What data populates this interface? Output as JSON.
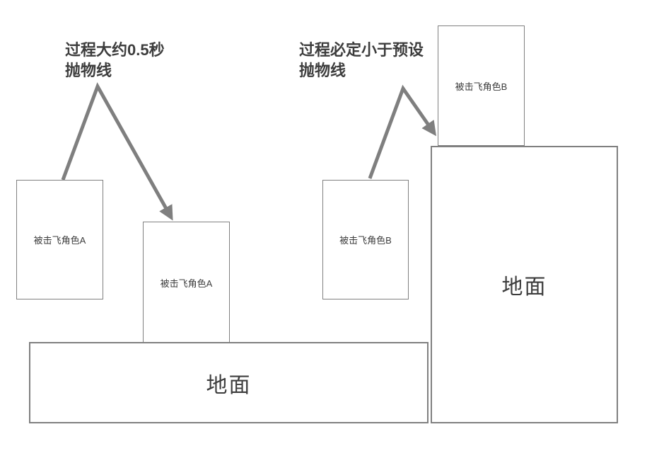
{
  "colors": {
    "page_bg": "#ffffff",
    "box_border": "#808080",
    "arrow": "#7f7f7f",
    "heading_text": "#3d3d3d",
    "label_text": "#3d3d3d"
  },
  "headings": {
    "left": {
      "line1": "过程大约0.5秒",
      "line2": "抛物线"
    },
    "right": {
      "line1": "过程必定小于预设",
      "line2": "抛物线"
    }
  },
  "boxes": {
    "character_a_start": {
      "label": "被击飞角色A"
    },
    "character_a_end": {
      "label": "被击飞角色A"
    },
    "character_b_start": {
      "label": "被击飞角色B"
    },
    "character_b_end": {
      "label": "被击飞角色B"
    },
    "ground_left": {
      "label": "地面"
    },
    "ground_right": {
      "label": "地面"
    }
  }
}
